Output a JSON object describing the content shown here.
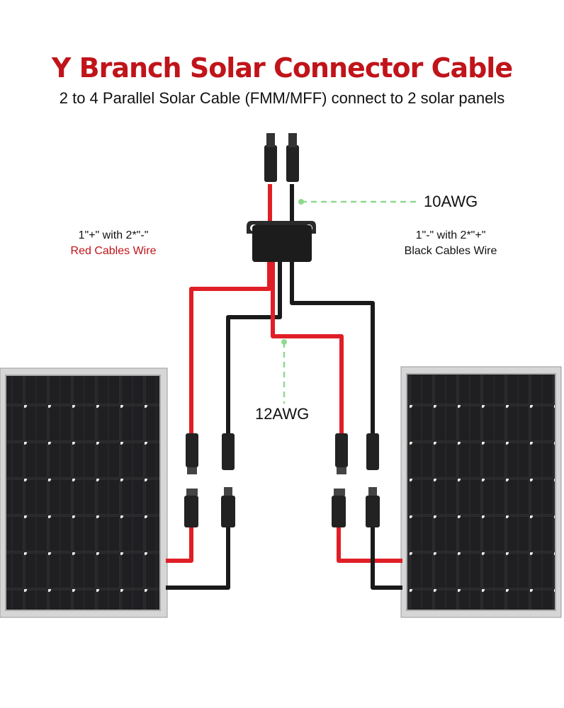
{
  "title": "Y Branch Solar Connector Cable",
  "subtitle": "2 to 4 Parallel Solar Cable (FMM/MFF) connect to 2 solar panels",
  "left_label": {
    "line1": "1\"+\" with 2*\"-\"",
    "line2": "Red Cables Wire"
  },
  "right_label": {
    "line1": "1\"-\" with 2*\"+\"",
    "line2": "Black Cables Wire"
  },
  "gauge_top": "10AWG",
  "gauge_branch": "12AWG",
  "colors": {
    "red_wire": "#e01e26",
    "black_wire": "#1a1a1a",
    "title": "#c0141a",
    "leader": "#8fd88f"
  }
}
